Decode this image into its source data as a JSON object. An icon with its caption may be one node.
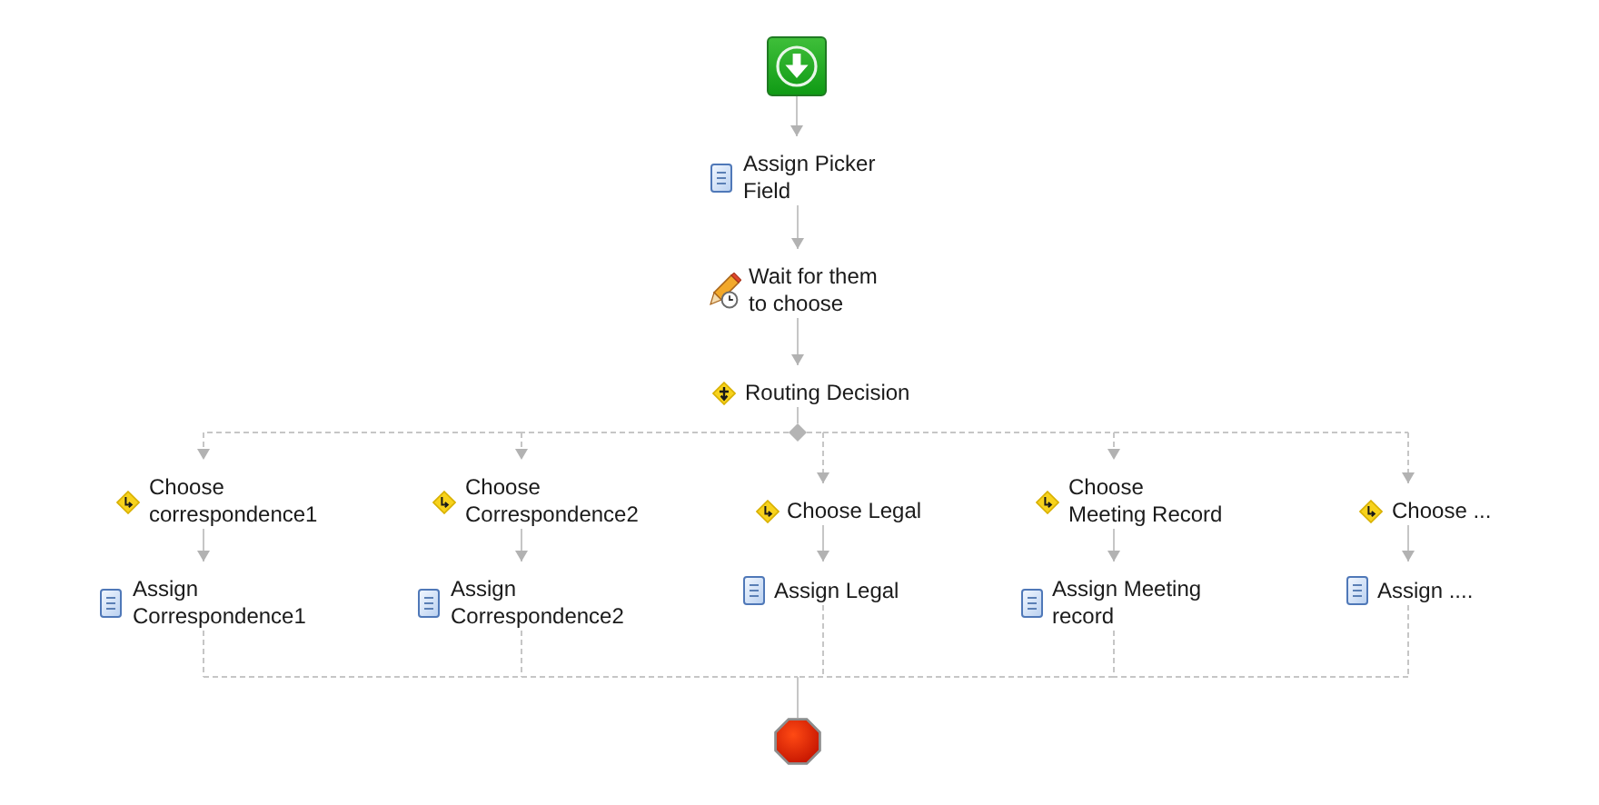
{
  "diagram": {
    "nodes": [
      {
        "text": [],
        "shape": "box"
      },
      {
        "text": [
          "Assign Picker Field"
        ]
      },
      {
        "text": [
          "Wait for them to choose"
        ]
      },
      {
        "text": [
          "Routing Decision"
        ]
      },
      {
        "text": [],
        "shape": "diamond"
      },
      {
        "text": [
          "Choose correspondence1"
        ]
      },
      {
        "text": [
          "Assign Correspondence1"
        ]
      },
      {
        "text": [
          "Choose Correspondence2"
        ]
      },
      {
        "text": [
          "Assign Correspondence2"
        ]
      },
      {
        "text": [
          "Choose Legal"
        ]
      },
      {
        "text": [
          "Assign Legal"
        ]
      },
      {
        "text": [
          "Choose Meeting Record"
        ]
      },
      {
        "text": [
          "Assign Meeting record"
        ]
      },
      {
        "text": [
          "Choose ..."
        ]
      },
      {
        "text": [
          "Assign ...."
        ]
      },
      {
        "text": [],
        "shape": "octagon"
      }
    ],
    "edges": [
      {
        "from": 0,
        "to": 1,
        "arrow": "to"
      },
      {
        "from": 1,
        "to": 2,
        "arrow": "to"
      },
      {
        "from": 2,
        "to": 3,
        "arrow": "to"
      },
      {
        "from": 3,
        "to": 4,
        "arrow": "none"
      },
      {
        "from": 4,
        "to": 5,
        "arrow": "to",
        "style": "dashed"
      },
      {
        "from": 4,
        "to": 7,
        "arrow": "to",
        "style": "dashed"
      },
      {
        "from": 4,
        "to": 9,
        "arrow": "to",
        "style": "dashed"
      },
      {
        "from": 4,
        "to": 11,
        "arrow": "to",
        "style": "dashed"
      },
      {
        "from": 4,
        "to": 13,
        "arrow": "to",
        "style": "dashed"
      },
      {
        "from": 5,
        "to": 6,
        "arrow": "to"
      },
      {
        "from": 7,
        "to": 8,
        "arrow": "to"
      },
      {
        "from": 9,
        "to": 10,
        "arrow": "to"
      },
      {
        "from": 11,
        "to": 12,
        "arrow": "to"
      },
      {
        "from": 13,
        "to": 14,
        "arrow": "to"
      },
      {
        "from": 6,
        "to": 15,
        "arrow": "none",
        "style": "dashed"
      },
      {
        "from": 8,
        "to": 15,
        "arrow": "none",
        "style": "dashed"
      },
      {
        "from": 10,
        "to": 15,
        "arrow": "none",
        "style": "dashed"
      },
      {
        "from": 12,
        "to": 15,
        "arrow": "none",
        "style": "dashed"
      },
      {
        "from": 14,
        "to": 15,
        "arrow": "none",
        "style": "dashed"
      }
    ]
  }
}
